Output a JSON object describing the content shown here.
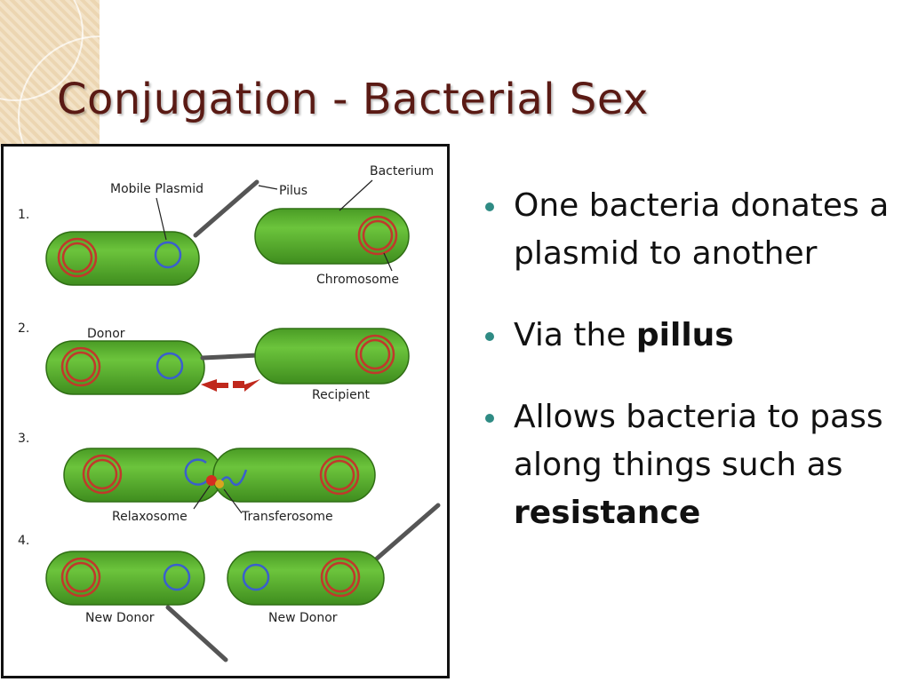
{
  "slide": {
    "title": "Conjugation - Bacterial Sex"
  },
  "diagram": {
    "steps": [
      "1.",
      "2.",
      "3.",
      "4."
    ],
    "labels": {
      "mobile_plasmid": "Mobile Plasmid",
      "pilus": "Pilus",
      "bacterium": "Bacterium",
      "chromosome": "Chromosome",
      "donor": "Donor",
      "recipient": "Recipient",
      "relaxosome": "Relaxosome",
      "transferosome": "Transferosome",
      "new_donor_left": "New Donor",
      "new_donor_right": "New Donor"
    },
    "colors": {
      "cell": "#5cb531",
      "cell_dark": "#3d8a1f",
      "chromosome": "#c0392b",
      "plasmid": "#3a5fcd",
      "pilus": "#555555",
      "arrow": "#c0281c"
    }
  },
  "bullets": [
    {
      "pre": "One bacteria donates a plasmid to another",
      "bold": "",
      "post": ""
    },
    {
      "pre": "Via the ",
      "bold": "pillus",
      "post": ""
    },
    {
      "pre": "Allows bacteria to pass along things such as ",
      "bold": "resistance",
      "post": ""
    }
  ],
  "colors": {
    "title": "#5a1a14",
    "bullet_dot": "#2f8b84"
  }
}
